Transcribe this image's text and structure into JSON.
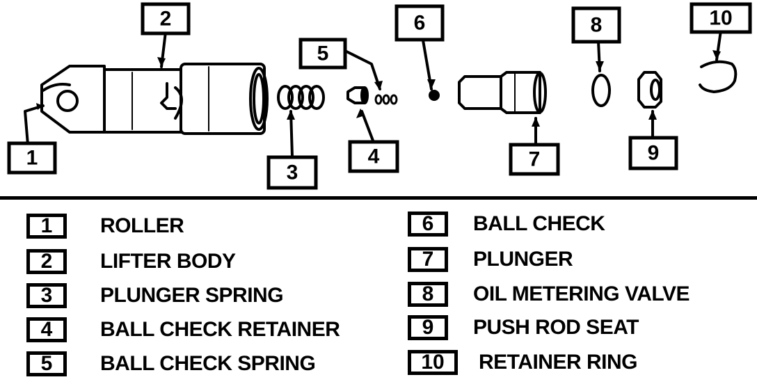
{
  "callouts": [
    "1",
    "2",
    "3",
    "4",
    "5",
    "6",
    "7",
    "8",
    "9",
    "10"
  ],
  "legend": [
    {
      "num": "1",
      "label": "ROLLER"
    },
    {
      "num": "2",
      "label": "LIFTER BODY"
    },
    {
      "num": "3",
      "label": "PLUNGER SPRING"
    },
    {
      "num": "4",
      "label": "BALL CHECK RETAINER"
    },
    {
      "num": "5",
      "label": "BALL CHECK SPRING"
    },
    {
      "num": "6",
      "label": "BALL CHECK"
    },
    {
      "num": "7",
      "label": "PLUNGER"
    },
    {
      "num": "8",
      "label": "OIL METERING VALVE"
    },
    {
      "num": "9",
      "label": "PUSH ROD SEAT"
    },
    {
      "num": "10",
      "label": "RETAINER RING"
    }
  ]
}
